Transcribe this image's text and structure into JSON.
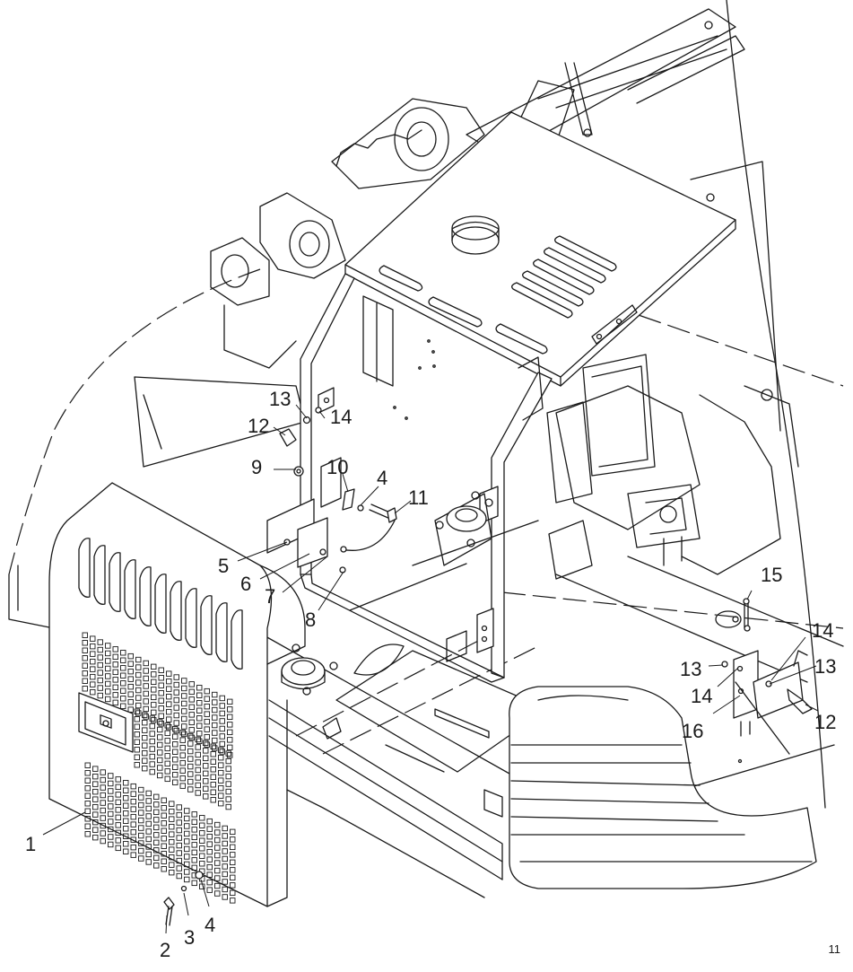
{
  "figure": {
    "page_number": "11",
    "callouts": [
      {
        "id": "c1",
        "label": "1"
      },
      {
        "id": "c2",
        "label": "2"
      },
      {
        "id": "c3",
        "label": "3"
      },
      {
        "id": "c4a",
        "label": "4"
      },
      {
        "id": "c4b",
        "label": "4"
      },
      {
        "id": "c5",
        "label": "5"
      },
      {
        "id": "c6",
        "label": "6"
      },
      {
        "id": "c7",
        "label": "7"
      },
      {
        "id": "c8",
        "label": "8"
      },
      {
        "id": "c9",
        "label": "9"
      },
      {
        "id": "c10",
        "label": "10"
      },
      {
        "id": "c11",
        "label": "11"
      },
      {
        "id": "c12a",
        "label": "12"
      },
      {
        "id": "c12b",
        "label": "12"
      },
      {
        "id": "c13a",
        "label": "13"
      },
      {
        "id": "c13b",
        "label": "13"
      },
      {
        "id": "c13c",
        "label": "13"
      },
      {
        "id": "c14a",
        "label": "14"
      },
      {
        "id": "c14b",
        "label": "14"
      },
      {
        "id": "c14c",
        "label": "14"
      },
      {
        "id": "c15",
        "label": "15"
      },
      {
        "id": "c16",
        "label": "16"
      }
    ]
  }
}
